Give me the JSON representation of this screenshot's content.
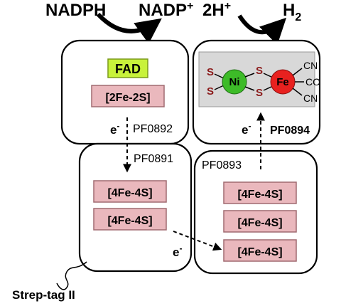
{
  "reactions": {
    "left_substrate": "NADPH",
    "left_product": "NADP",
    "left_product_sup": "+",
    "right_substrate": "2H",
    "right_substrate_sup": "+",
    "right_product": "H",
    "right_product_sub": "2"
  },
  "subunits": {
    "pf0892": "PF0892",
    "pf0891": "PF0891",
    "pf0893": "PF0893",
    "pf0894": "PF0894"
  },
  "cofactors": {
    "fad": "FAD",
    "fe2s2": "[2Fe-2S]",
    "fe4s4_a": "[4Fe-4S]",
    "fe4s4_b": "[4Fe-4S]",
    "fe4s4_c": "[4Fe-4S]",
    "fe4s4_d": "[4Fe-4S]",
    "fe4s4_e": "[4Fe-4S]"
  },
  "active_site": {
    "s1": "S",
    "s2": "S",
    "s3": "S",
    "s4": "S",
    "ni": "Ni",
    "fe": "Fe",
    "cn1": "CN",
    "co": "CO",
    "cn2": "CN"
  },
  "electrons": {
    "e1": "e",
    "e2": "e",
    "e3": "e",
    "sup": "-"
  },
  "tag": {
    "label": "Strep-tag II"
  },
  "colors": {
    "cofactor_fill": "#eab8bd",
    "cofactor_stroke": "#a06a70",
    "fad_fill": "#c8f23b",
    "ni_fill": "#3dbb28",
    "fe_fill": "#e8211f",
    "sulfur": "#8b1a1a",
    "active_box": "#d8d8d8"
  }
}
